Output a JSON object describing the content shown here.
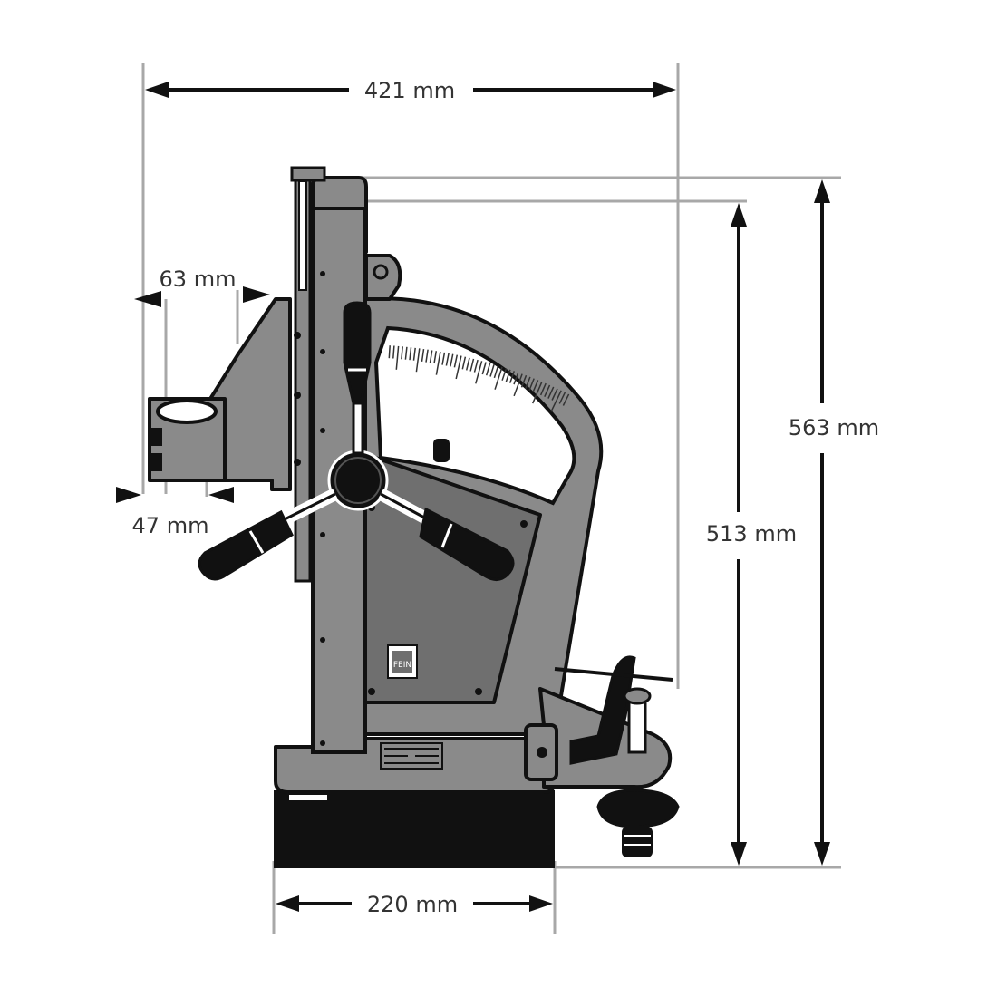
{
  "dimensions": {
    "width_total": "421 mm",
    "height_total": "563 mm",
    "height_column": "513 mm",
    "base_width": "220 mm",
    "holder_width": "63 mm",
    "holder_offset": "47 mm"
  },
  "colors": {
    "body": "#8a8a8a",
    "outline": "#111111",
    "extension_lines": "#a8a8a8",
    "magnet_base": "#111111"
  },
  "icons": {
    "logo": "fein-logo-icon",
    "nameplate": "nameplate-icon"
  }
}
